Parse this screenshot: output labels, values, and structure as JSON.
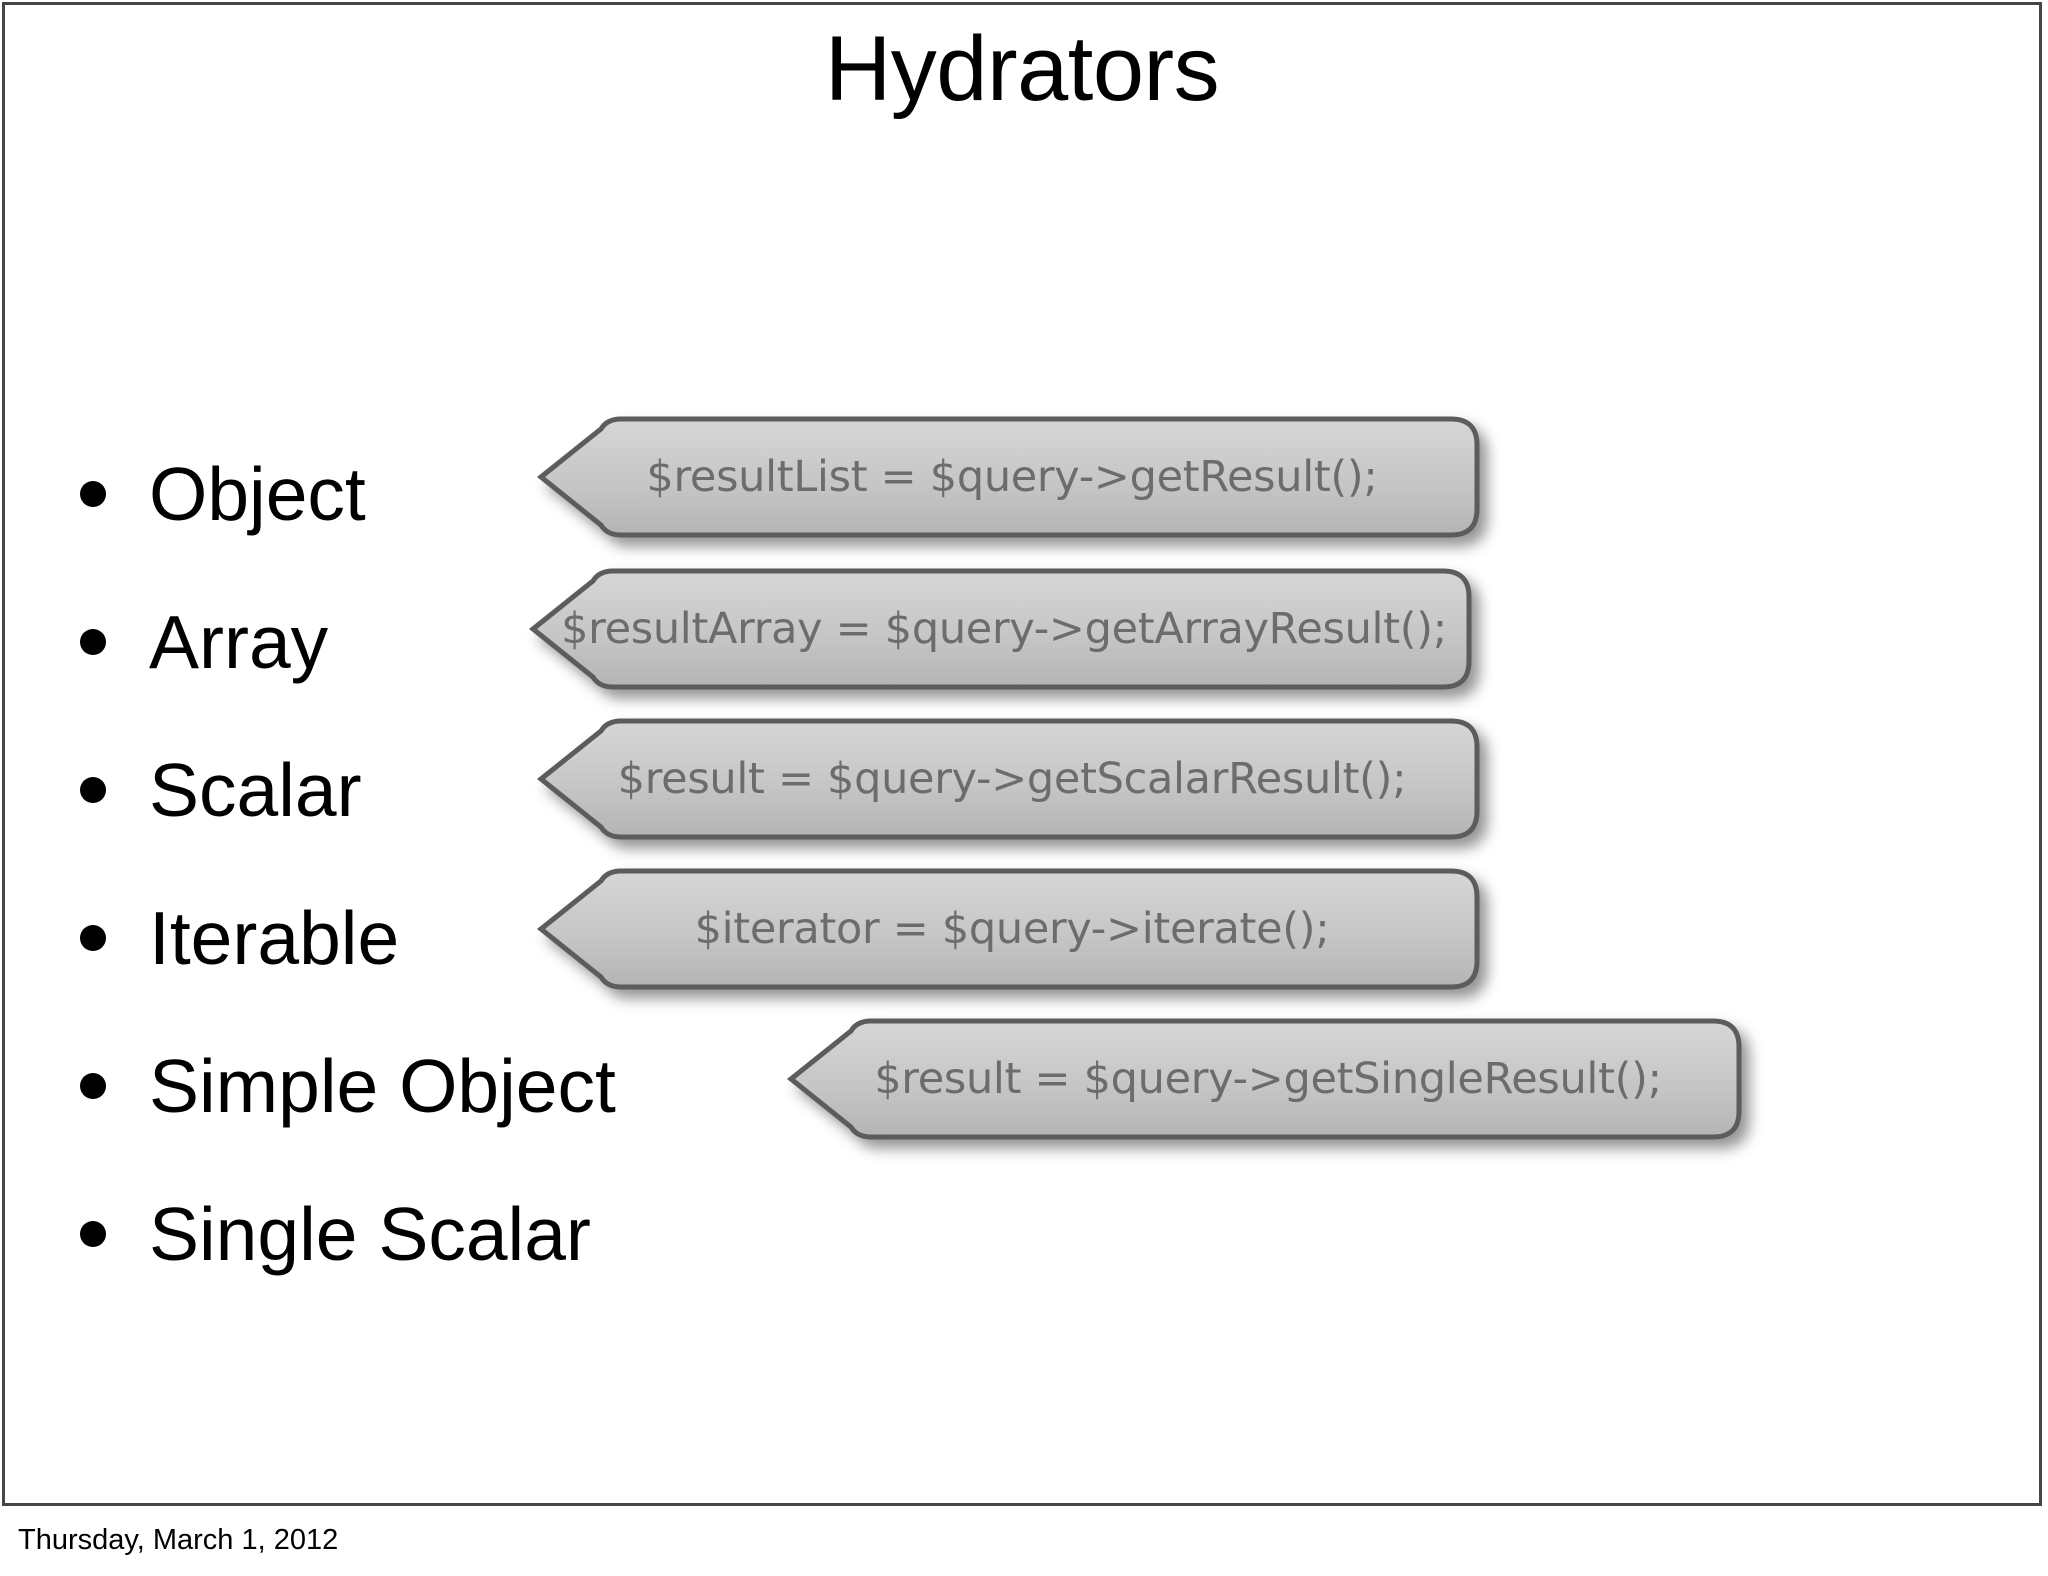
{
  "slide": {
    "title": "Hydrators",
    "background_color": "#ffffff",
    "border_color": "#46464a"
  },
  "bullets": [
    {
      "label": "Object"
    },
    {
      "label": "Array"
    },
    {
      "label": "Scalar"
    },
    {
      "label": "Iterable"
    },
    {
      "label": "Simple Object"
    },
    {
      "label": "Single Scalar"
    }
  ],
  "callouts": [
    {
      "code": "$resultList = $query->getResult();"
    },
    {
      "code": "$resultArray = $query->getArrayResult();"
    },
    {
      "code": "$result = $query->getScalarResult();"
    },
    {
      "code": "$iterator = $query->iterate();"
    },
    {
      "code": "$result = $query->getSingleResult();"
    }
  ],
  "callout_style": {
    "fill_top": "#d2d2d2",
    "fill_bottom": "#b6b6b6",
    "border_color": "#5c5c5c",
    "text_color": "#6c6c6c"
  },
  "footer": {
    "date": "Thursday, March 1, 2012"
  }
}
